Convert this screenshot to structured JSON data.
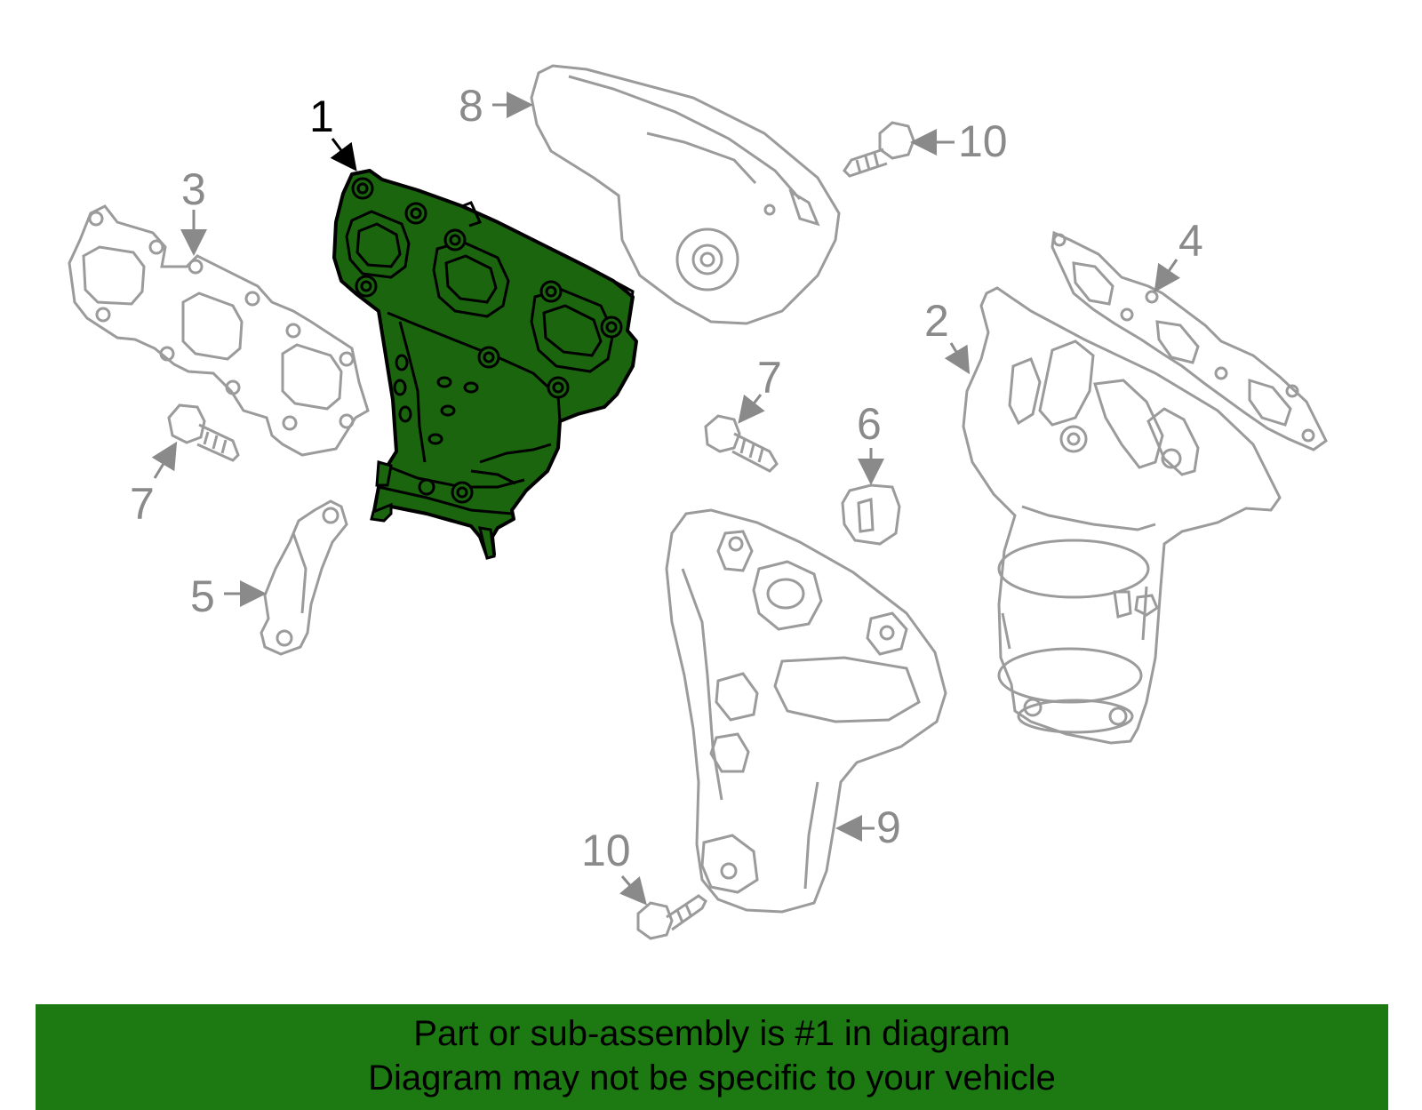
{
  "colors": {
    "highlight_fill": "#1a650e",
    "highlight_stroke": "#000000",
    "part_stroke": "#9b9b9b",
    "callout_gray": "#8a8a8a",
    "banner_bg": "#1d7a12"
  },
  "callouts": {
    "c1": "1",
    "c2": "2",
    "c3": "3",
    "c4": "4",
    "c5": "5",
    "c6": "6",
    "c7a": "7",
    "c7b": "7",
    "c8": "8",
    "c9": "9",
    "c10a": "10",
    "c10b": "10"
  },
  "banner": {
    "line1": "Part or sub-assembly is #1 in diagram",
    "line2": "Diagram may not be specific to your vehicle"
  }
}
